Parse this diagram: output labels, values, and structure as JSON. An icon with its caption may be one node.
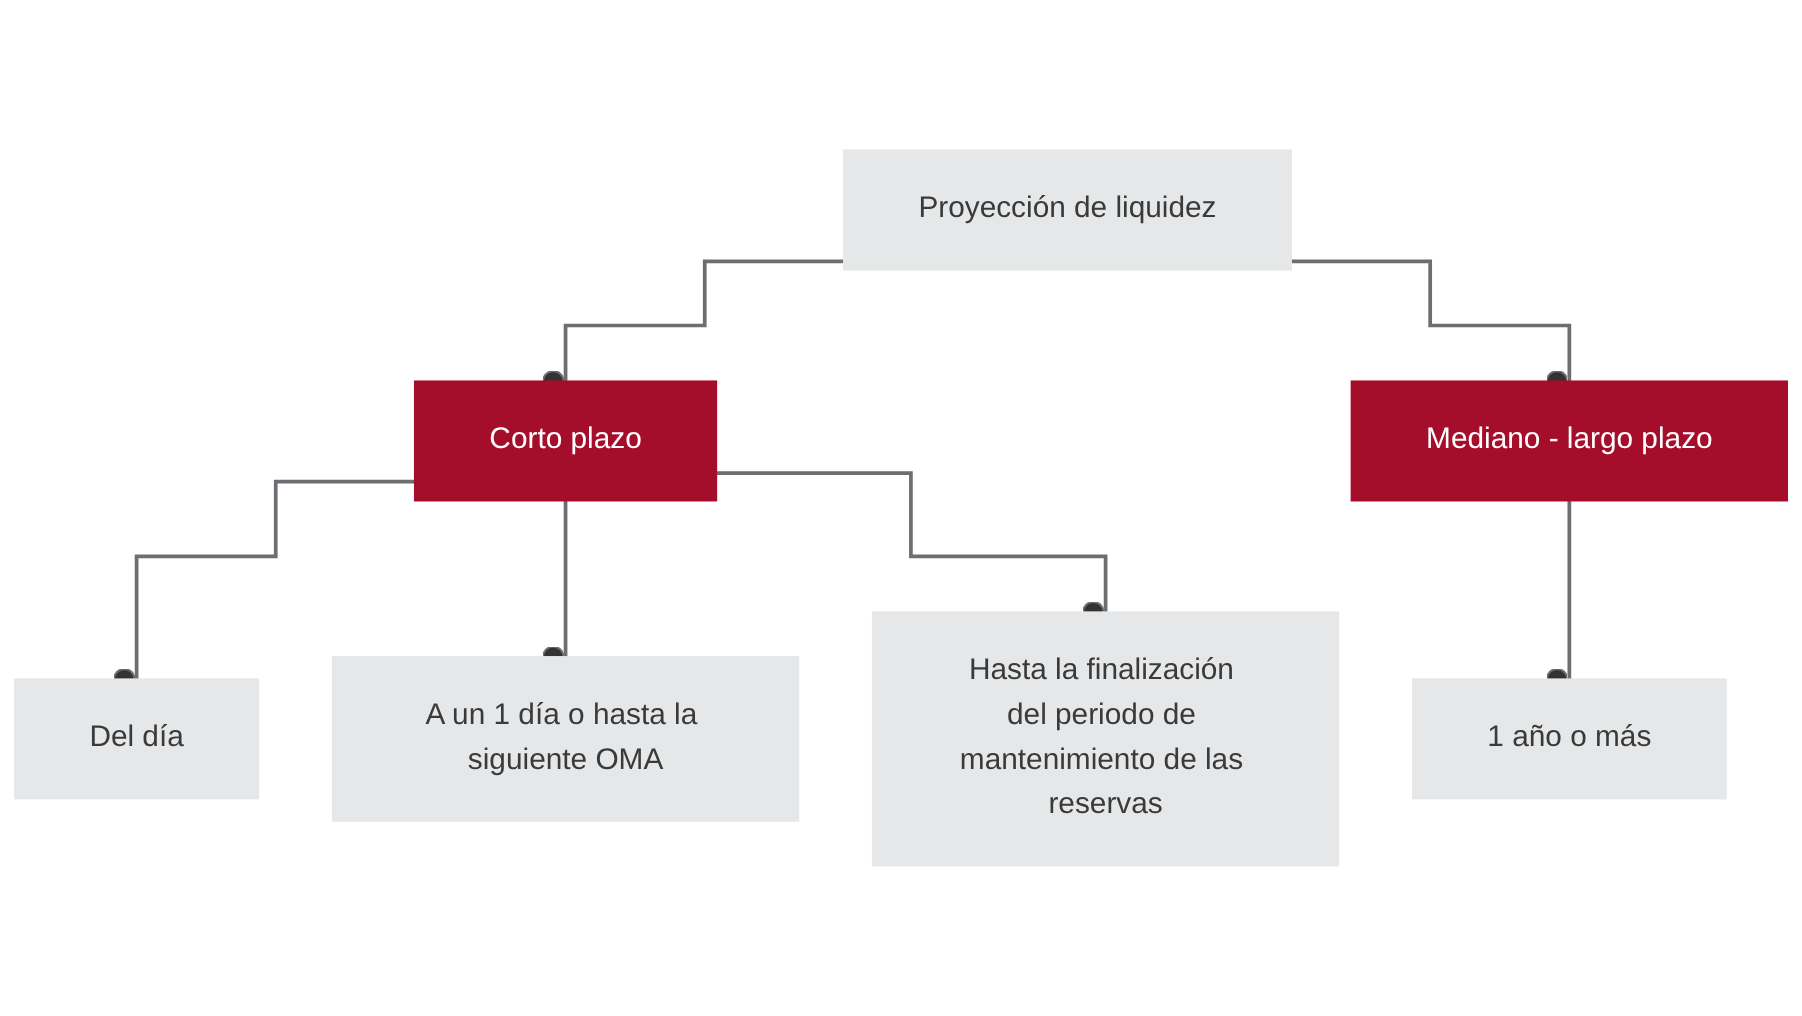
{
  "diagram": {
    "nodes": [
      {
        "text": [
          "Proyección de liquidez"
        ]
      },
      {
        "text": [
          "Corto plazo"
        ]
      },
      {
        "text": [
          "Mediano - largo plazo"
        ]
      },
      {
        "text": [
          "Del día"
        ]
      },
      {
        "text": [
          "A un 1 día o hasta la siguiente OMA"
        ]
      },
      {
        "text": [
          "Hasta la finalización del periodo de mantenimiento de las reservas"
        ]
      },
      {
        "text": [
          "1 año o más"
        ]
      }
    ],
    "edges": [
      {
        "from": 0,
        "to": 1,
        "arrow": "other"
      },
      {
        "from": 0,
        "to": 2,
        "arrow": "other"
      },
      {
        "from": 1,
        "to": 3,
        "arrow": "other"
      },
      {
        "from": 1,
        "to": 4,
        "arrow": "other"
      },
      {
        "from": 1,
        "to": 5,
        "arrow": "other"
      },
      {
        "from": 2,
        "to": 6,
        "arrow": "other"
      }
    ]
  }
}
